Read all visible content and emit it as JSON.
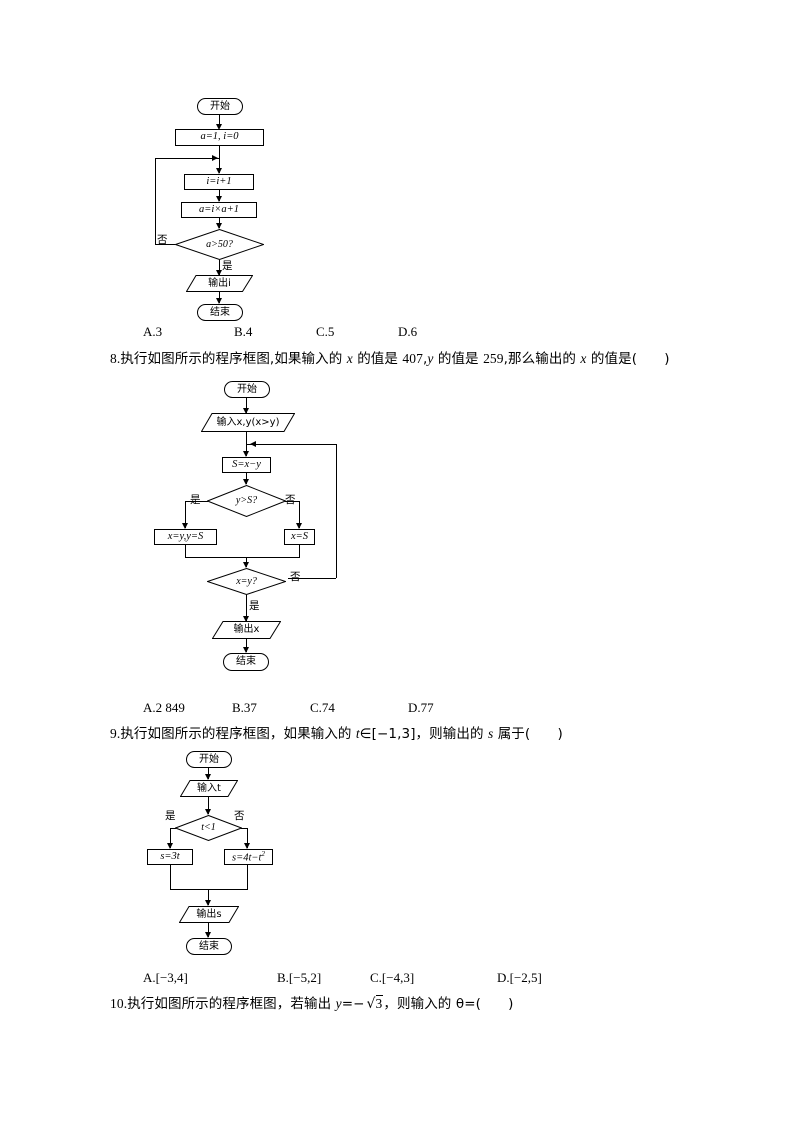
{
  "document": {
    "type": "math-exercise-worksheet",
    "topic": "program flowcharts (程序框图)"
  },
  "flowchart1": {
    "name": "flowchart-question-7",
    "nodes": {
      "start": "开始",
      "init": "a=1, i=0",
      "inc": "i=i+1",
      "update": "a=i×a+1",
      "condition": "a>50?",
      "output": "输出i",
      "end": "结束"
    },
    "branch_yes": "是",
    "branch_no": "否"
  },
  "q7_options": {
    "name": "options-question-7",
    "items": [
      "A.3",
      "B.4",
      "C.5",
      "D.6"
    ]
  },
  "q8": {
    "number": "8.",
    "text_1": "执行如图所示的程序框图,如果输入的 ",
    "var_x": "x",
    "text_2": " 的值是 ",
    "val_x": "407",
    "text_3": ",",
    "var_y": "y",
    "text_4": " 的值是 ",
    "val_y": "259",
    "text_5": ",那么输出的 ",
    "var_x2": "x",
    "text_6": " 的值是(　　)"
  },
  "flowchart2": {
    "name": "flowchart-question-8",
    "nodes": {
      "start": "开始",
      "input": "输入x,y(x>y)",
      "assign_s": "S=x−y",
      "cond1": "y>S?",
      "branch_true": "x=y,y=S",
      "branch_false": "x=S",
      "cond2": "x=y?",
      "output": "输出x",
      "end": "结束"
    },
    "branch_yes": "是",
    "branch_no": "否"
  },
  "q8_options": {
    "name": "options-question-8",
    "items": [
      "A.2 849",
      "B.37",
      "C.74",
      "D.77"
    ]
  },
  "q9": {
    "number": "9.",
    "text_1": "执行如图所示的程序框图，如果输入的 ",
    "var_t": "t",
    "text_2": "∈[−1,3]，则输出的 ",
    "var_s": "s",
    "text_3": " 属于(　　)"
  },
  "flowchart3": {
    "name": "flowchart-question-9",
    "nodes": {
      "start": "开始",
      "input": "输入t",
      "condition": "t<1",
      "branch_true": "s=3t",
      "branch_false_base": "s=4t−t",
      "branch_false_exp": "2",
      "output": "输出s",
      "end": "结束"
    },
    "branch_yes": "是",
    "branch_no": "否"
  },
  "q9_options": {
    "name": "options-question-9",
    "items": [
      "A.[−3,4]",
      "B.[−5,2]",
      "C.[−4,3]",
      "D.[−2,5]"
    ]
  },
  "q10": {
    "number": "10.",
    "text_1": "执行如图所示的程序框图，若输出 ",
    "var_y": "y",
    "text_2": "=−",
    "sqrt_radicand": "3",
    "text_3": "，则输入的 ",
    "theta": "θ",
    "text_4": "=(　　)"
  }
}
